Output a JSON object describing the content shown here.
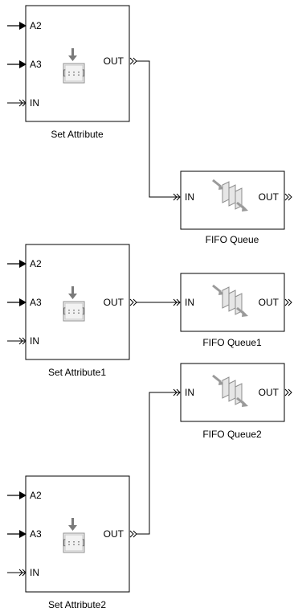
{
  "diagram": {
    "set_attribute_blocks": [
      {
        "name": "Set Attribute",
        "input_ports": [
          "A2",
          "A3",
          "IN"
        ],
        "output_port": "OUT"
      },
      {
        "name": "Set Attribute1",
        "input_ports": [
          "A2",
          "A3",
          "IN"
        ],
        "output_port": "OUT"
      },
      {
        "name": "Set Attribute2",
        "input_ports": [
          "A2",
          "A3",
          "IN"
        ],
        "output_port": "OUT"
      }
    ],
    "fifo_queue_blocks": [
      {
        "name": "FIFO Queue",
        "input_port": "IN",
        "output_port": "OUT"
      },
      {
        "name": "FIFO Queue1",
        "input_port": "IN",
        "output_port": "OUT"
      },
      {
        "name": "FIFO Queue2",
        "input_port": "IN",
        "output_port": "OUT"
      }
    ],
    "connections": [
      {
        "from": "Set Attribute.OUT",
        "to": "FIFO Queue.IN"
      },
      {
        "from": "Set Attribute1.OUT",
        "to": "FIFO Queue1.IN"
      },
      {
        "from": "Set Attribute2.OUT",
        "to": "FIFO Queue2.IN"
      }
    ],
    "colors": {
      "line": "#000000",
      "background": "#ffffff",
      "icon_gray": "#8c8c8c",
      "icon_light": "#e0e0e0"
    }
  }
}
